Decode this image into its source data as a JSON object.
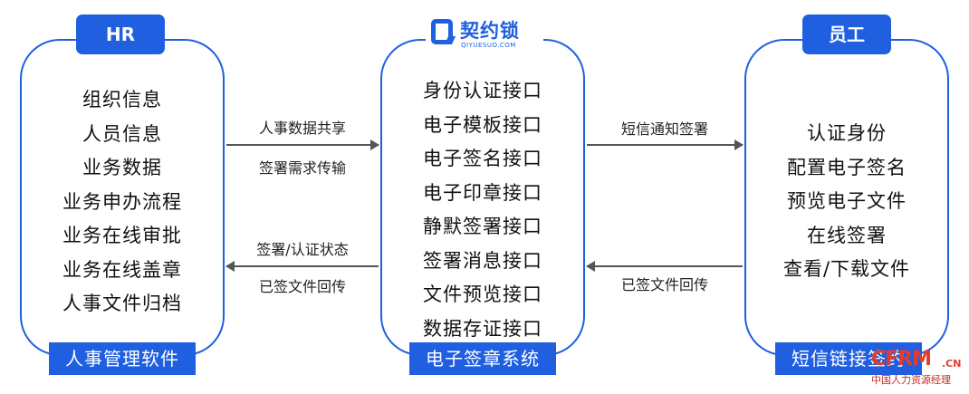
{
  "hr": {
    "title": "HR",
    "items": [
      "组织信息",
      "人员信息",
      "业务数据",
      "业务申办流程",
      "业务在线审批",
      "业务在线盖章",
      "人事文件归档"
    ],
    "footer": "人事管理软件"
  },
  "center": {
    "logo_name": "契约锁",
    "logo_sub": "QIYUESUO.COM",
    "items": [
      "身份认证接口",
      "电子模板接口",
      "电子签名接口",
      "电子印章接口",
      "静默签署接口",
      "签署消息接口",
      "文件预览接口",
      "数据存证接口"
    ],
    "footer": "电子签章系统"
  },
  "employee": {
    "title": "员工",
    "items": [
      "认证身份",
      "配置电子签名",
      "预览电子文件",
      "在线签署",
      "查看/下载文件"
    ],
    "footer": "短信链接签约"
  },
  "arrows": {
    "hr_to_center_top": "人事数据共享",
    "hr_to_center_bottom": "签署需求传输",
    "center_to_hr_top": "签署/认证状态",
    "center_to_hr_bottom": "已签文件回传",
    "center_to_employee": "短信通知签署",
    "employee_to_center": "已签文件回传"
  },
  "watermark": {
    "text": "CFRM",
    "domain": ".CN",
    "subtitle": "中国人力资源经理"
  },
  "colors": {
    "accent": "#1f5fe0",
    "watermark": "#e53b2a"
  }
}
